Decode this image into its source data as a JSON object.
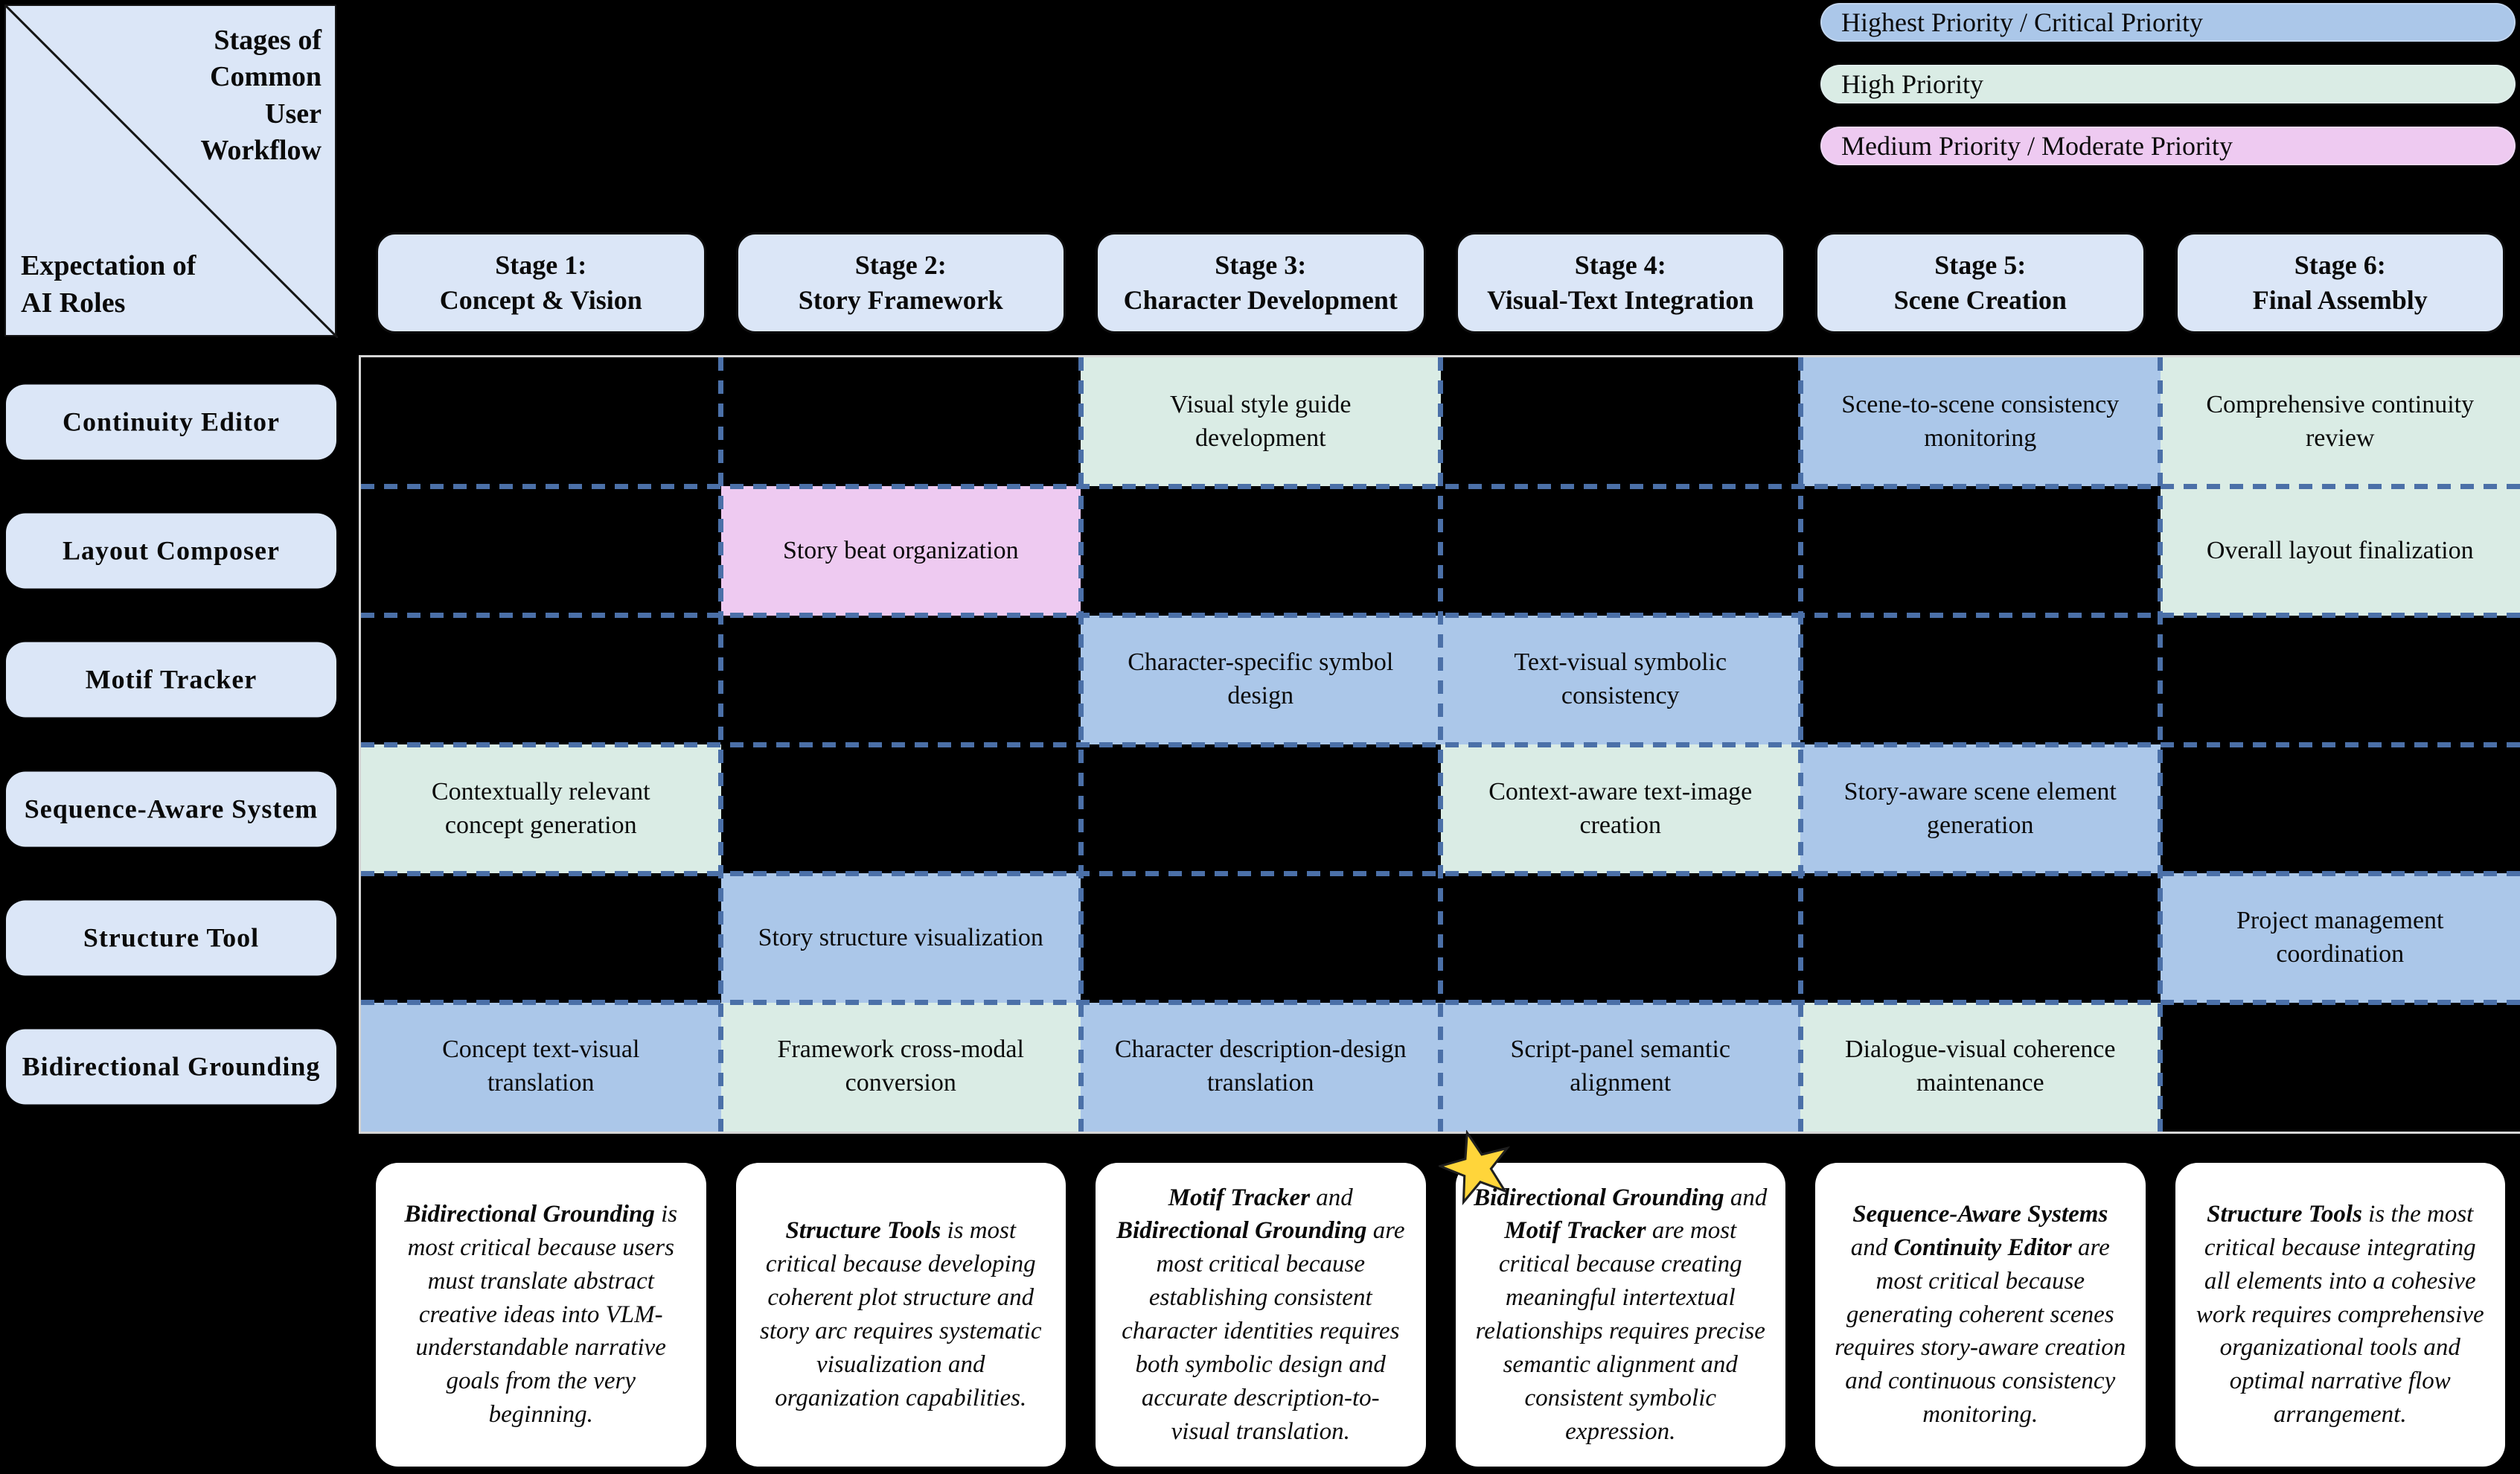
{
  "corner": {
    "top_right_label": "Stages of Common User Workflow",
    "bottom_left_label": "Expectation of AI Roles"
  },
  "legend": {
    "items": [
      {
        "label": "Highest Priority / Critical Priority",
        "priority": "highest"
      },
      {
        "label": "High Priority",
        "priority": "high"
      },
      {
        "label": "Medium Priority / Moderate Priority",
        "priority": "medium"
      }
    ]
  },
  "theme": {
    "background": "#000000",
    "header_fill": "#dbe6f7",
    "grid_dash_color": "#4b70a8",
    "note_fill": "#ffffff",
    "star_color": "#ffd53a",
    "priority_colors": {
      "highest": "#abc7e9",
      "high": "#daece5",
      "medium": "#eecaf1"
    }
  },
  "stages": [
    {
      "title": "Stage 1:",
      "subtitle": "Concept & Vision"
    },
    {
      "title": "Stage 2:",
      "subtitle": "Story Framework"
    },
    {
      "title": "Stage 3:",
      "subtitle": "Character Development"
    },
    {
      "title": "Stage 4:",
      "subtitle": "Visual-Text Integration"
    },
    {
      "title": "Stage 5:",
      "subtitle": "Scene Creation"
    },
    {
      "title": "Stage 6:",
      "subtitle": "Final Assembly"
    }
  ],
  "matrix": {
    "rows": [
      {
        "role": "Continuity Editor",
        "cells": [
          null,
          null,
          {
            "text": "Visual style guide development",
            "priority": "high"
          },
          null,
          {
            "text": "Scene-to-scene consistency monitoring",
            "priority": "highest"
          },
          {
            "text": "Comprehensive continuity review",
            "priority": "high"
          }
        ]
      },
      {
        "role": "Layout Composer",
        "cells": [
          null,
          {
            "text": "Story beat organization",
            "priority": "medium"
          },
          null,
          null,
          null,
          {
            "text": "Overall layout finalization",
            "priority": "high"
          }
        ]
      },
      {
        "role": "Motif Tracker",
        "cells": [
          null,
          null,
          {
            "text": "Character-specific symbol design",
            "priority": "highest"
          },
          {
            "text": "Text-visual symbolic consistency",
            "priority": "highest"
          },
          null,
          null
        ]
      },
      {
        "role": "Sequence-Aware System",
        "cells": [
          {
            "text": "Contextually relevant concept generation",
            "priority": "high"
          },
          null,
          null,
          {
            "text": "Context-aware text-image creation",
            "priority": "high"
          },
          {
            "text": "Story-aware scene element generation",
            "priority": "highest"
          },
          null
        ]
      },
      {
        "role": "Structure Tool",
        "cells": [
          null,
          {
            "text": "Story structure visualization",
            "priority": "highest"
          },
          null,
          null,
          null,
          {
            "text": "Project management coordination",
            "priority": "highest"
          }
        ]
      },
      {
        "role": "Bidirectional Grounding",
        "cells": [
          {
            "text": "Concept text-visual translation",
            "priority": "highest"
          },
          {
            "text": "Framework cross-modal conversion",
            "priority": "high"
          },
          {
            "text": "Character description-design translation",
            "priority": "highest"
          },
          {
            "text": "Script-panel semantic alignment",
            "priority": "highest"
          },
          {
            "text": "Dialogue-visual coherence maintenance",
            "priority": "high"
          },
          null
        ]
      }
    ]
  },
  "notes": [
    {
      "segments": [
        {
          "text": "Bidirectional Grounding",
          "bold": true
        },
        {
          "text": " is most critical because users must translate abstract creative ideas into VLM-understandable narrative goals from the very beginning.",
          "bold": false
        }
      ]
    },
    {
      "segments": [
        {
          "text": "Structure Tools",
          "bold": true
        },
        {
          "text": " is most critical because developing coherent plot structure and story arc requires systematic visualization and organization capabilities.",
          "bold": false
        }
      ]
    },
    {
      "segments": [
        {
          "text": "Motif Tracker",
          "bold": true
        },
        {
          "text": " and ",
          "bold": false
        },
        {
          "text": "Bidirectional Grounding",
          "bold": true
        },
        {
          "text": " are most critical because establishing consistent character identities requires both symbolic design and accurate description-to-visual translation.",
          "bold": false
        }
      ]
    },
    {
      "segments": [
        {
          "text": "Bidirectional Grounding",
          "bold": true
        },
        {
          "text": " and ",
          "bold": false
        },
        {
          "text": "Motif Tracker",
          "bold": true
        },
        {
          "text": " are most critical because creating meaningful intertextual relationships requires precise semantic alignment and consistent symbolic expression.",
          "bold": false
        }
      ]
    },
    {
      "segments": [
        {
          "text": "Sequence-Aware Systems",
          "bold": true
        },
        {
          "text": " and ",
          "bold": false
        },
        {
          "text": "Continuity Editor",
          "bold": true
        },
        {
          "text": " are most critical because generating coherent scenes requires story-aware creation and continuous consistency monitoring.",
          "bold": false
        }
      ]
    },
    {
      "segments": [
        {
          "text": "Structure Tools",
          "bold": true
        },
        {
          "text": " is the most critical because integrating all elements into a cohesive work requires comprehensive organizational tools and optimal narrative flow arrangement.",
          "bold": false
        }
      ]
    }
  ]
}
